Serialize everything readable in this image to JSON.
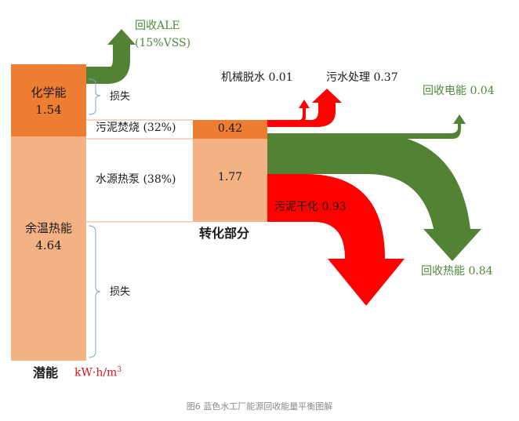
{
  "colors": {
    "chemical": "#ed7d31",
    "thermal": "#f4b183",
    "green": "#548235",
    "red": "#ff0000",
    "brace": "#7aa6d6"
  },
  "sources": {
    "chemical": {
      "name": "化学能",
      "value": "1.54"
    },
    "thermal": {
      "name": "余温热能",
      "value": "4.64"
    }
  },
  "conversion": {
    "incineration": {
      "label": "污泥焚烧 (32%)",
      "value": "0.42"
    },
    "heat_pump": {
      "label": "水源热泵 (38%)",
      "value": "1.77"
    },
    "title": "转化部分"
  },
  "outputs": {
    "ale": {
      "line1": "回收ALE",
      "line2": "(15%VSS)"
    },
    "dewatering": {
      "label": "机械脱水 0.01"
    },
    "wastewater": {
      "label": "污水处理 0.37"
    },
    "electricity": {
      "label": "回收电能 0.04"
    },
    "drying": {
      "label": "污泥干化 0.93"
    },
    "heat": {
      "label": "回收热能 0.84"
    }
  },
  "loss_label_top": "损失",
  "loss_label_bottom": "损失",
  "potential": {
    "label": "潜能",
    "unit_base": "kW·h/m",
    "unit_sup": "3"
  },
  "caption": "图6   蓝色水工厂能源回收能量平衡图解"
}
